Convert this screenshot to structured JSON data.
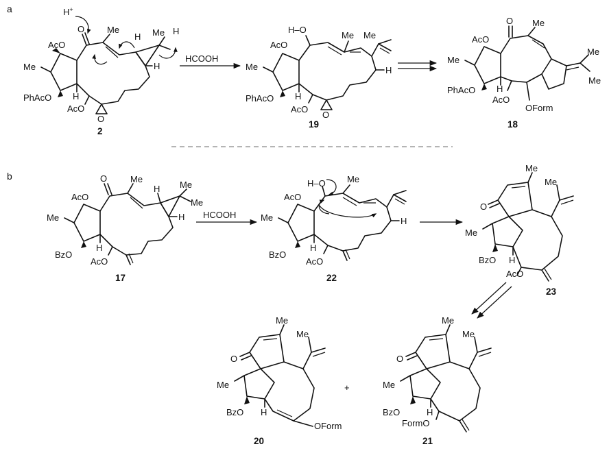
{
  "panels": {
    "a": "a",
    "b": "b"
  },
  "reagents": {
    "a_step1": "HCOOH",
    "b_step1": "HCOOH"
  },
  "compounds": {
    "c2": {
      "number": "2",
      "labels": {
        "proton": "H",
        "proton_sup": "+",
        "me_top": "Me",
        "me_cp": "Me",
        "h_top": "H",
        "h_cp": "H",
        "h_right": "H",
        "aco1": "AcO",
        "me_left": "Me",
        "phaco": "PhAcO",
        "h_junction": "H",
        "aco2": "AcO",
        "epox_o": "O",
        "ketone_o": "O"
      }
    },
    "c19": {
      "number": "19",
      "labels": {
        "ho": "H–O",
        "me_top": "Me",
        "me_iso": "Me",
        "aco1": "AcO",
        "me_left": "Me",
        "h_right": "H",
        "h_junction": "H",
        "phaco": "PhAcO",
        "aco2": "AcO",
        "epox_o": "O"
      }
    },
    "c18": {
      "number": "18",
      "labels": {
        "ketone_o": "O",
        "me_top": "Me",
        "aco1": "AcO",
        "me_left": "Me",
        "me_iso1": "Me",
        "me_iso2": "Me",
        "h_junction": "H",
        "phaco": "PhAcO",
        "aco2": "AcO",
        "oform": "OForm"
      }
    },
    "c17": {
      "number": "17",
      "labels": {
        "ketone_o": "O",
        "me_top": "Me",
        "h_cp": "H",
        "me_cp1": "Me",
        "me_cp2": "Me",
        "aco1": "AcO",
        "me_left": "Me",
        "h_right": "H",
        "h_junction": "H",
        "bzo": "BzO",
        "aco2": "AcO"
      }
    },
    "c22": {
      "number": "22",
      "labels": {
        "ho": "H–O",
        "me_top": "Me",
        "aco1": "AcO",
        "me_left": "Me",
        "h_right": "H",
        "h_junction": "H",
        "bzo": "BzO",
        "aco2": "AcO"
      }
    },
    "c23": {
      "number": "23",
      "labels": {
        "me_top": "Me",
        "me_iso": "Me",
        "ketone_o": "O",
        "me_left": "Me",
        "h_junction": "H",
        "bzo": "BzO",
        "aco": "AcO"
      }
    },
    "c20": {
      "number": "20",
      "labels": {
        "me_top": "Me",
        "me_iso": "Me",
        "ketone_o": "O",
        "me_left": "Me",
        "h_junction": "H",
        "bzo": "BzO",
        "oform": "OForm"
      }
    },
    "c21": {
      "number": "21",
      "labels": {
        "me_top": "Me",
        "me_iso": "Me",
        "ketone_o": "O",
        "me_left": "Me",
        "h_junction": "H",
        "bzo": "BzO",
        "formo": "FormO"
      }
    }
  },
  "plus_sign": "+"
}
